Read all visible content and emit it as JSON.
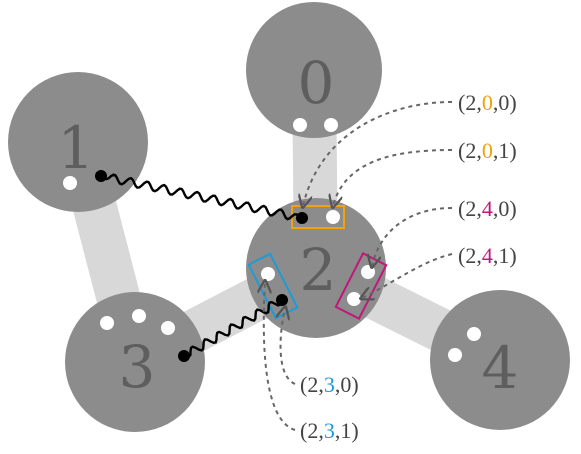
{
  "colors": {
    "node": "#8c8c8c",
    "edge": "#d8d8d8",
    "label": "#5e5e5e",
    "slot": "#ffffff",
    "text": "#444444",
    "orange": "#f0a30a",
    "magenta": "#c0187a",
    "blue": "#1e9ad6",
    "arrow": "#666666"
  },
  "nodes": [
    {
      "id": "0",
      "label": "0"
    },
    {
      "id": "1",
      "label": "1"
    },
    {
      "id": "2",
      "label": "2"
    },
    {
      "id": "3",
      "label": "3"
    },
    {
      "id": "4",
      "label": "4"
    }
  ],
  "edges": [
    {
      "from": "0",
      "to": "2"
    },
    {
      "from": "1",
      "to": "3"
    },
    {
      "from": "2",
      "to": "3"
    },
    {
      "from": "2",
      "to": "4"
    }
  ],
  "tuples": [
    {
      "p1": "(2,",
      "mid": "0",
      "p2": ",0)",
      "color": "orange"
    },
    {
      "p1": "(2,",
      "mid": "0",
      "p2": ",1)",
      "color": "orange"
    },
    {
      "p1": "(2,",
      "mid": "4",
      "p2": ",0)",
      "color": "magenta"
    },
    {
      "p1": "(2,",
      "mid": "4",
      "p2": ",1)",
      "color": "magenta"
    },
    {
      "p1": "(2,",
      "mid": "3",
      "p2": ",0)",
      "color": "blue"
    },
    {
      "p1": "(2,",
      "mid": "3",
      "p2": ",1)",
      "color": "blue"
    }
  ]
}
